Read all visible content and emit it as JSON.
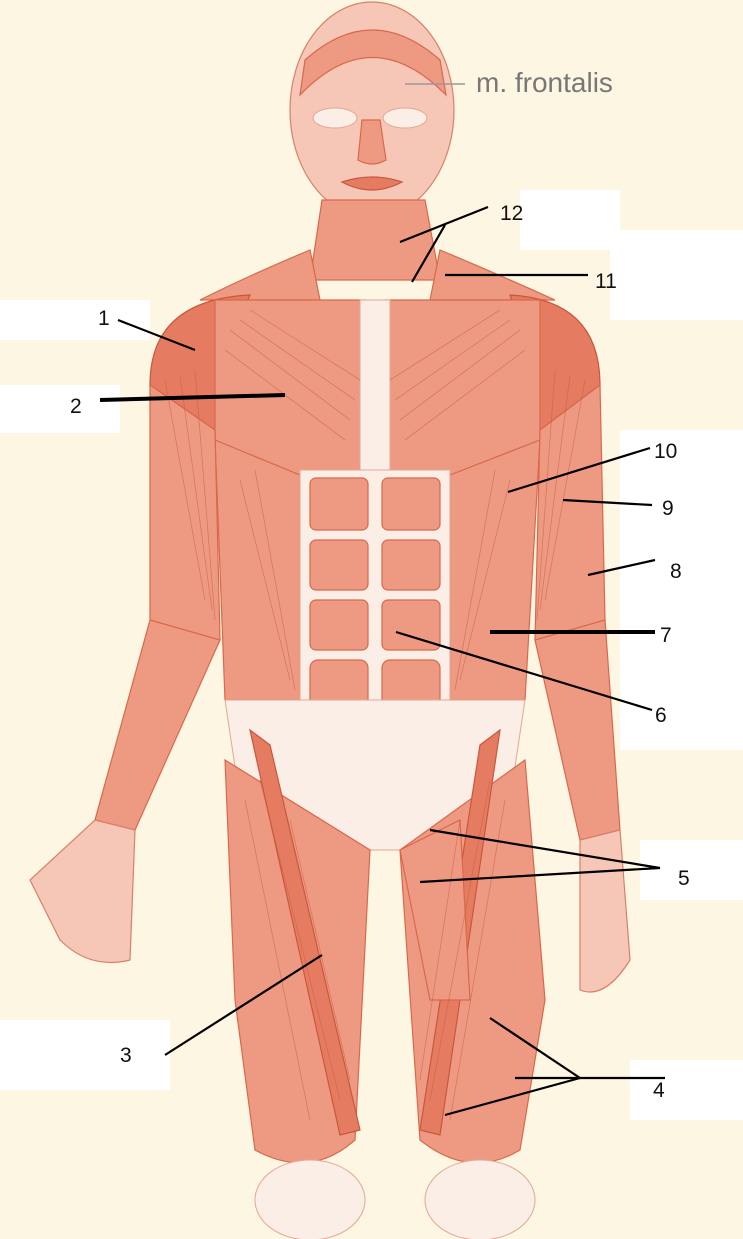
{
  "diagram": {
    "named_label": "m. frontalis",
    "labels": [
      "1",
      "2",
      "3",
      "4",
      "5",
      "6",
      "7",
      "8",
      "9",
      "10",
      "11",
      "12"
    ]
  },
  "colors": {
    "background": "#fdf6e3",
    "muscle": "#ee9a82",
    "muscle_line": "#d8684b",
    "tendon": "#fbeee6"
  }
}
